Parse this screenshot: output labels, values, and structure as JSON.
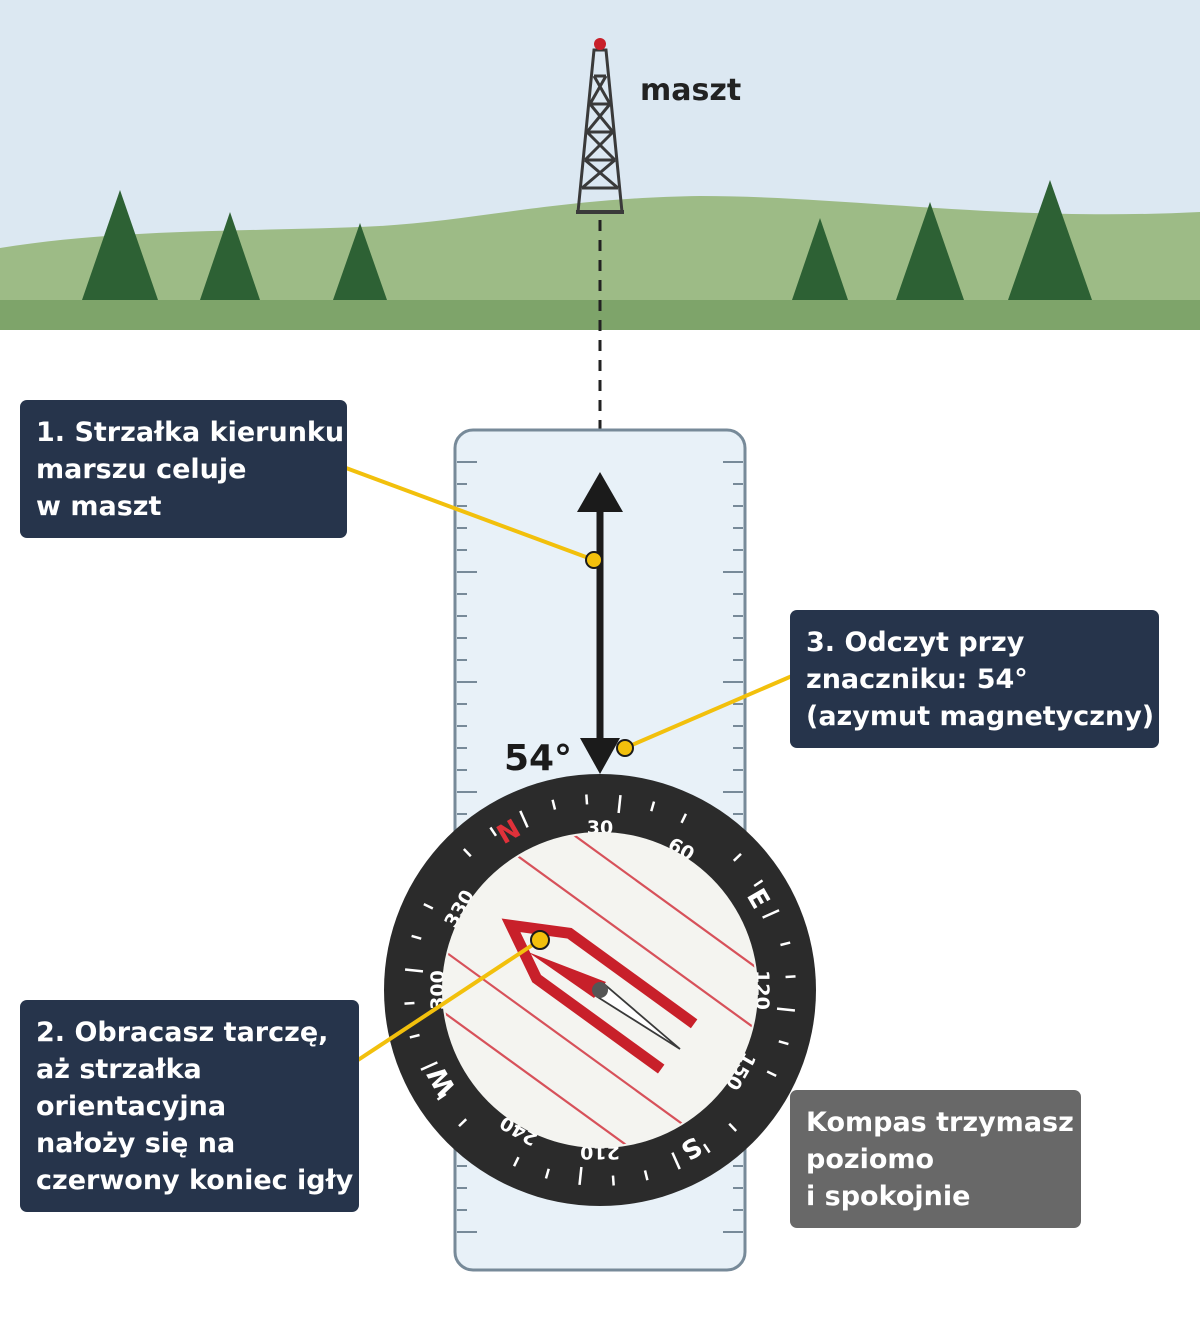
{
  "mast_label": "maszt",
  "bearing_label": "54°",
  "callouts": {
    "step1": [
      "1. Strzałka kierunku",
      "marszu celuje",
      "w maszt"
    ],
    "step2": [
      "2. Obracasz tarczę,",
      "aż strzałka",
      "orientacyjna",
      "nałoży się na",
      "czerwony koniec igły"
    ],
    "step3": [
      "3. Odczyt przy",
      "znaczniku: 54°",
      "(azymut magnetyczny)"
    ],
    "note": [
      "Kompas trzymasz",
      "poziomo",
      "i spokojnie"
    ]
  },
  "dial": {
    "cardinals": {
      "N": "N",
      "E": "E",
      "S": "S",
      "W": "W"
    },
    "numbers": {
      "30": "30",
      "60": "60",
      "120": "120",
      "150": "150",
      "210": "210",
      "240": "240",
      "300": "300",
      "330": "330"
    }
  },
  "colors": {
    "sky": "#dce8f2",
    "hill": "#9dbb86",
    "ground": "#7ea46a",
    "tree": "#2d6134",
    "callout_dark": "#26344b",
    "callout_grey": "#686868",
    "leader": "#f2c00c",
    "needle_red": "#c8202a",
    "bezel": "#2b2b2b"
  }
}
